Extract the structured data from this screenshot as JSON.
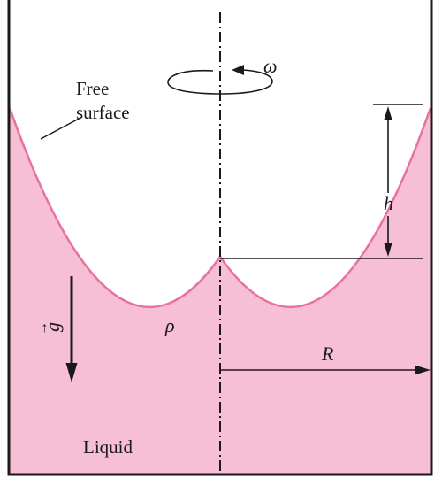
{
  "labels": {
    "free_surface_line1": "Free",
    "free_surface_line2": "surface",
    "omega": "ω",
    "h": "h",
    "R": "R",
    "g": "g",
    "g_arrow": "→",
    "rho": "ρ",
    "liquid": "Liquid"
  },
  "colors": {
    "liquid_fill": "#f7bfd6",
    "surface_line": "#e8719f",
    "ink": "#1a1a1a"
  }
}
